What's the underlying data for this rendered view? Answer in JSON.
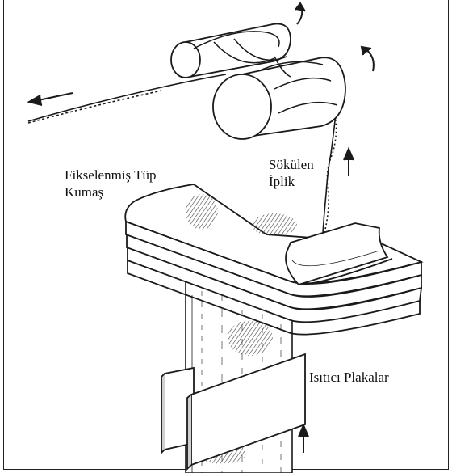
{
  "labels": {
    "tube_fabric": "Fikselenmiş Tüp Kumaş",
    "removed_yarn": "Sökülen İplik",
    "heater_plates": "Isıtıcı Plakalar"
  },
  "colors": {
    "ink": "#1a1a1a",
    "shade": "#555555",
    "background": "#ffffff"
  }
}
